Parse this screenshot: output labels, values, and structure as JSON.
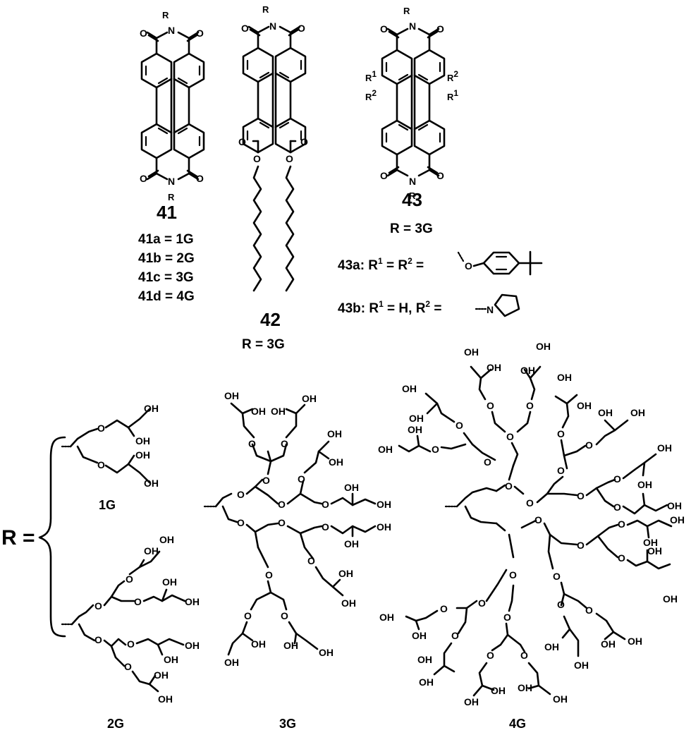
{
  "compounds": {
    "c41": {
      "id": "41",
      "variants": [
        "41a = 1G",
        "41b = 2G",
        "41c = 3G",
        "41d = 4G"
      ]
    },
    "c42": {
      "id": "42",
      "r_def": "R = 3G"
    },
    "c43": {
      "id": "43",
      "r_def": "R = 3G",
      "a_prefix": "43a: R",
      "a_sup1": "1",
      "a_mid": " = R",
      "a_sup2": "2",
      "a_end": " =",
      "b_prefix": "43b: R",
      "b_sup1": "1",
      "b_mid": " = H, R",
      "b_sup2": "2",
      "b_end": " ="
    }
  },
  "substituents": {
    "r1": "R",
    "r1_sup": "1",
    "r2": "R",
    "r2_sup": "2"
  },
  "atoms": {
    "O": "O",
    "N": "N",
    "R": "R",
    "OH": "OH"
  },
  "dendron": {
    "r_equals": "R =",
    "generations": [
      "1G",
      "2G",
      "3G",
      "4G"
    ]
  }
}
